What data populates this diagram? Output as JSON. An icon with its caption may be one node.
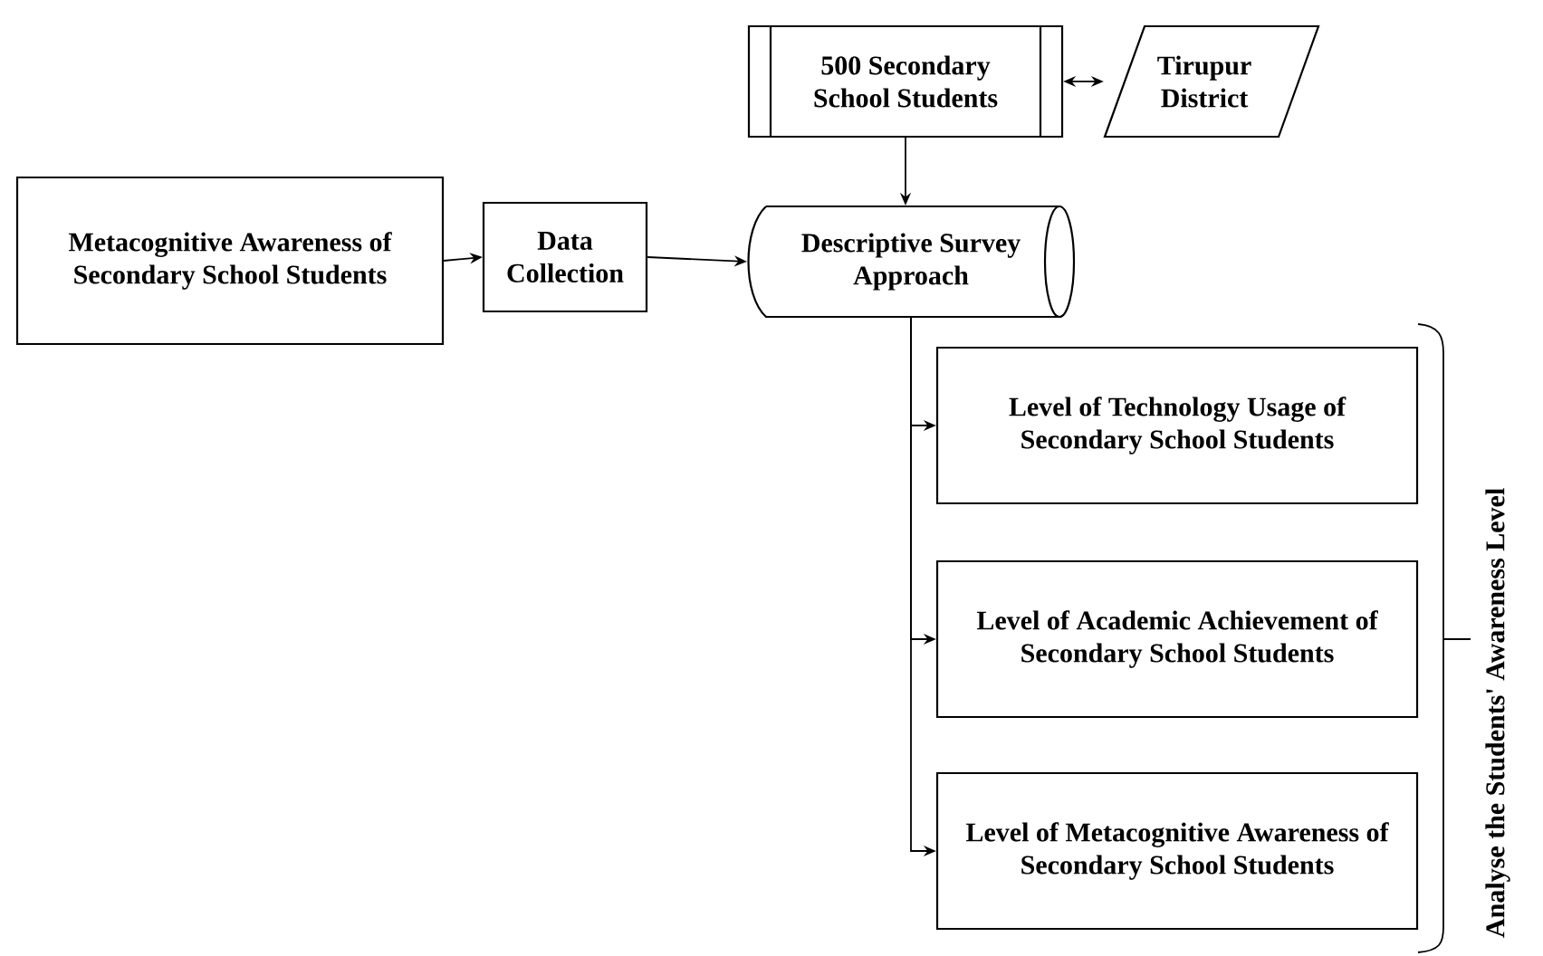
{
  "diagram": {
    "nodes": [
      {
        "text": [
          "Metacognitive Awareness of Secondary School Students"
        ]
      },
      {
        "text": [
          "Data Collection"
        ]
      },
      {
        "text": [
          "500 Secondary School Students"
        ]
      },
      {
        "text": [
          "Tirupur District"
        ]
      },
      {
        "text": [
          "Descriptive Survey Approach"
        ]
      },
      {
        "text": [
          "Level of Technology Usage of Secondary School Students"
        ]
      },
      {
        "text": [
          "Level of Academic Achievement of Secondary School Students"
        ]
      },
      {
        "text": [
          "Level of Metacognitive Awareness of Secondary School Students"
        ]
      }
    ],
    "edges": [
      {
        "from": 0,
        "to": 1,
        "arrow": "to"
      },
      {
        "from": 1,
        "to": 4,
        "arrow": "to"
      },
      {
        "from": 2,
        "to": 4,
        "arrow": "to"
      },
      {
        "from": 2,
        "to": 3,
        "arrow": "both"
      },
      {
        "from": 4,
        "to": 5,
        "arrow": "to"
      },
      {
        "from": 4,
        "to": 6,
        "arrow": "to"
      },
      {
        "from": 4,
        "to": 7,
        "arrow": "to"
      }
    ],
    "labels": [
      "Analyse the Students' Awareness Level"
    ]
  }
}
